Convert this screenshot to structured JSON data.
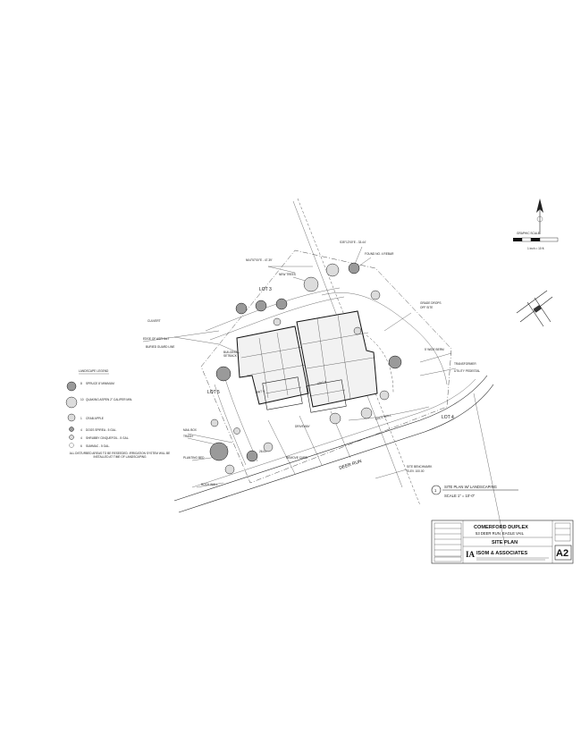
{
  "site": {
    "lot_a": "LOT 3",
    "lot_b": "LOT 5",
    "lot_c": "LOT 4",
    "street": "DEER RUN",
    "bearing_1": "N04°57'00\"E - 47.39'",
    "bearing_2": "S35°12'00\"E - 33.44'"
  },
  "legend": {
    "title": "LANDSCAPE LEGEND",
    "items": [
      {
        "num": "8",
        "text": "SPRUCE 8' MINIMUM"
      },
      {
        "num": "10",
        "text": "QUAKING ASPEN 2\" CALIPER MIN."
      },
      {
        "num": "1",
        "text": "CRAB APPLE"
      },
      {
        "num": "4",
        "text": "DOGS SPIREA - 5 GAL."
      },
      {
        "num": "4",
        "text": "SHRUBBY CINQUEFOIL - 5 GAL."
      },
      {
        "num": "6",
        "text": "SUMMAC - 5 GAL."
      }
    ],
    "note": "ALL DISTURBED AREAS TO BE RESEEDED. IRRIGATION SYSTEM WILL BE INSTALLED AT TIME OF LANDSCAPING"
  },
  "scale_bar": {
    "label": "GRAPHIC SCALE",
    "unit": "1 inch = 10 ft."
  },
  "drawing_title": {
    "number": "1",
    "line1": "SITE PLAN W/ LANDSCAPING",
    "line2": "SCALE 1\" = 10'-0\""
  },
  "title_block": {
    "project": "COMERFORD DUPLEX",
    "address": "53 DEER RUN, EAGLE VAIL",
    "sheet_title": "SITE PLAN",
    "firm": "ISOM & ASSOCIATES",
    "sheet_number": "A2"
  }
}
